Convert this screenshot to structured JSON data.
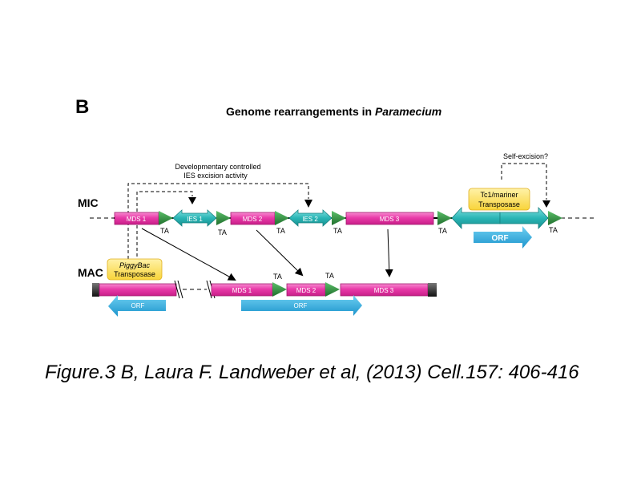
{
  "panel_letter": "B",
  "title": {
    "prefix": "Genome rearrangements in ",
    "organism": "Paramecium"
  },
  "annotations": {
    "ies_activity_line1": "Developmentary controlled",
    "ies_activity_line2": "IES excision activity",
    "self_excision": "Self-excision?"
  },
  "mic": {
    "label": "MIC",
    "segments": [
      "MDS 1",
      "IES 1",
      "MDS 2",
      "IES 2",
      "MDS 3"
    ],
    "ta_label": "TA",
    "transposase_line1": "Tc1/mariner",
    "transposase_line2": "Transposase",
    "orf_label": "ORF"
  },
  "mac": {
    "label": "MAC",
    "segments": [
      "MDS 1",
      "MDS 2",
      "MDS 3"
    ],
    "ta_label": "TA",
    "transposase_italic": "PiggyBac",
    "transposase_line2": "Transposase",
    "orf_left_label": "ORF",
    "orf_main_label": "ORF"
  },
  "colors": {
    "mds": "#e83aa8",
    "ies": "#2ab5b5",
    "ta": "#2e8b3e",
    "orf": "#29a8dc",
    "transposase_box": "#ffe066",
    "telomere": "#222222"
  },
  "caption": "Figure.3 B, Laura F. Landweber et al, (2013) Cell.157: 406-416"
}
